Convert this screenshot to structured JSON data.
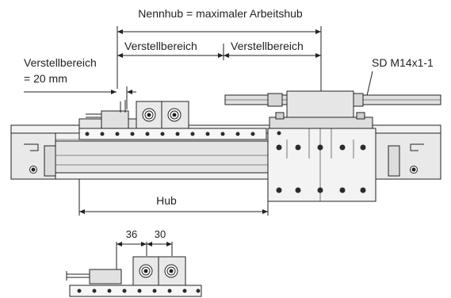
{
  "labels": {
    "nennhub": "Nennhub = maximaler Arbeitshub",
    "verstell_left": "Verstellbereich",
    "verstell_right": "Verstellbereich",
    "verstell_side_line1": "Verstellbereich",
    "verstell_side_line2": "= 20 mm",
    "sensor_thread": "SD M14x1-1",
    "hub": "Hub",
    "dim_36": "36",
    "dim_30": "30"
  },
  "colors": {
    "line": "#222222",
    "fill_light": "#ededed",
    "fill_mid": "#d7d7d7",
    "dot": "#2b2b2b"
  }
}
